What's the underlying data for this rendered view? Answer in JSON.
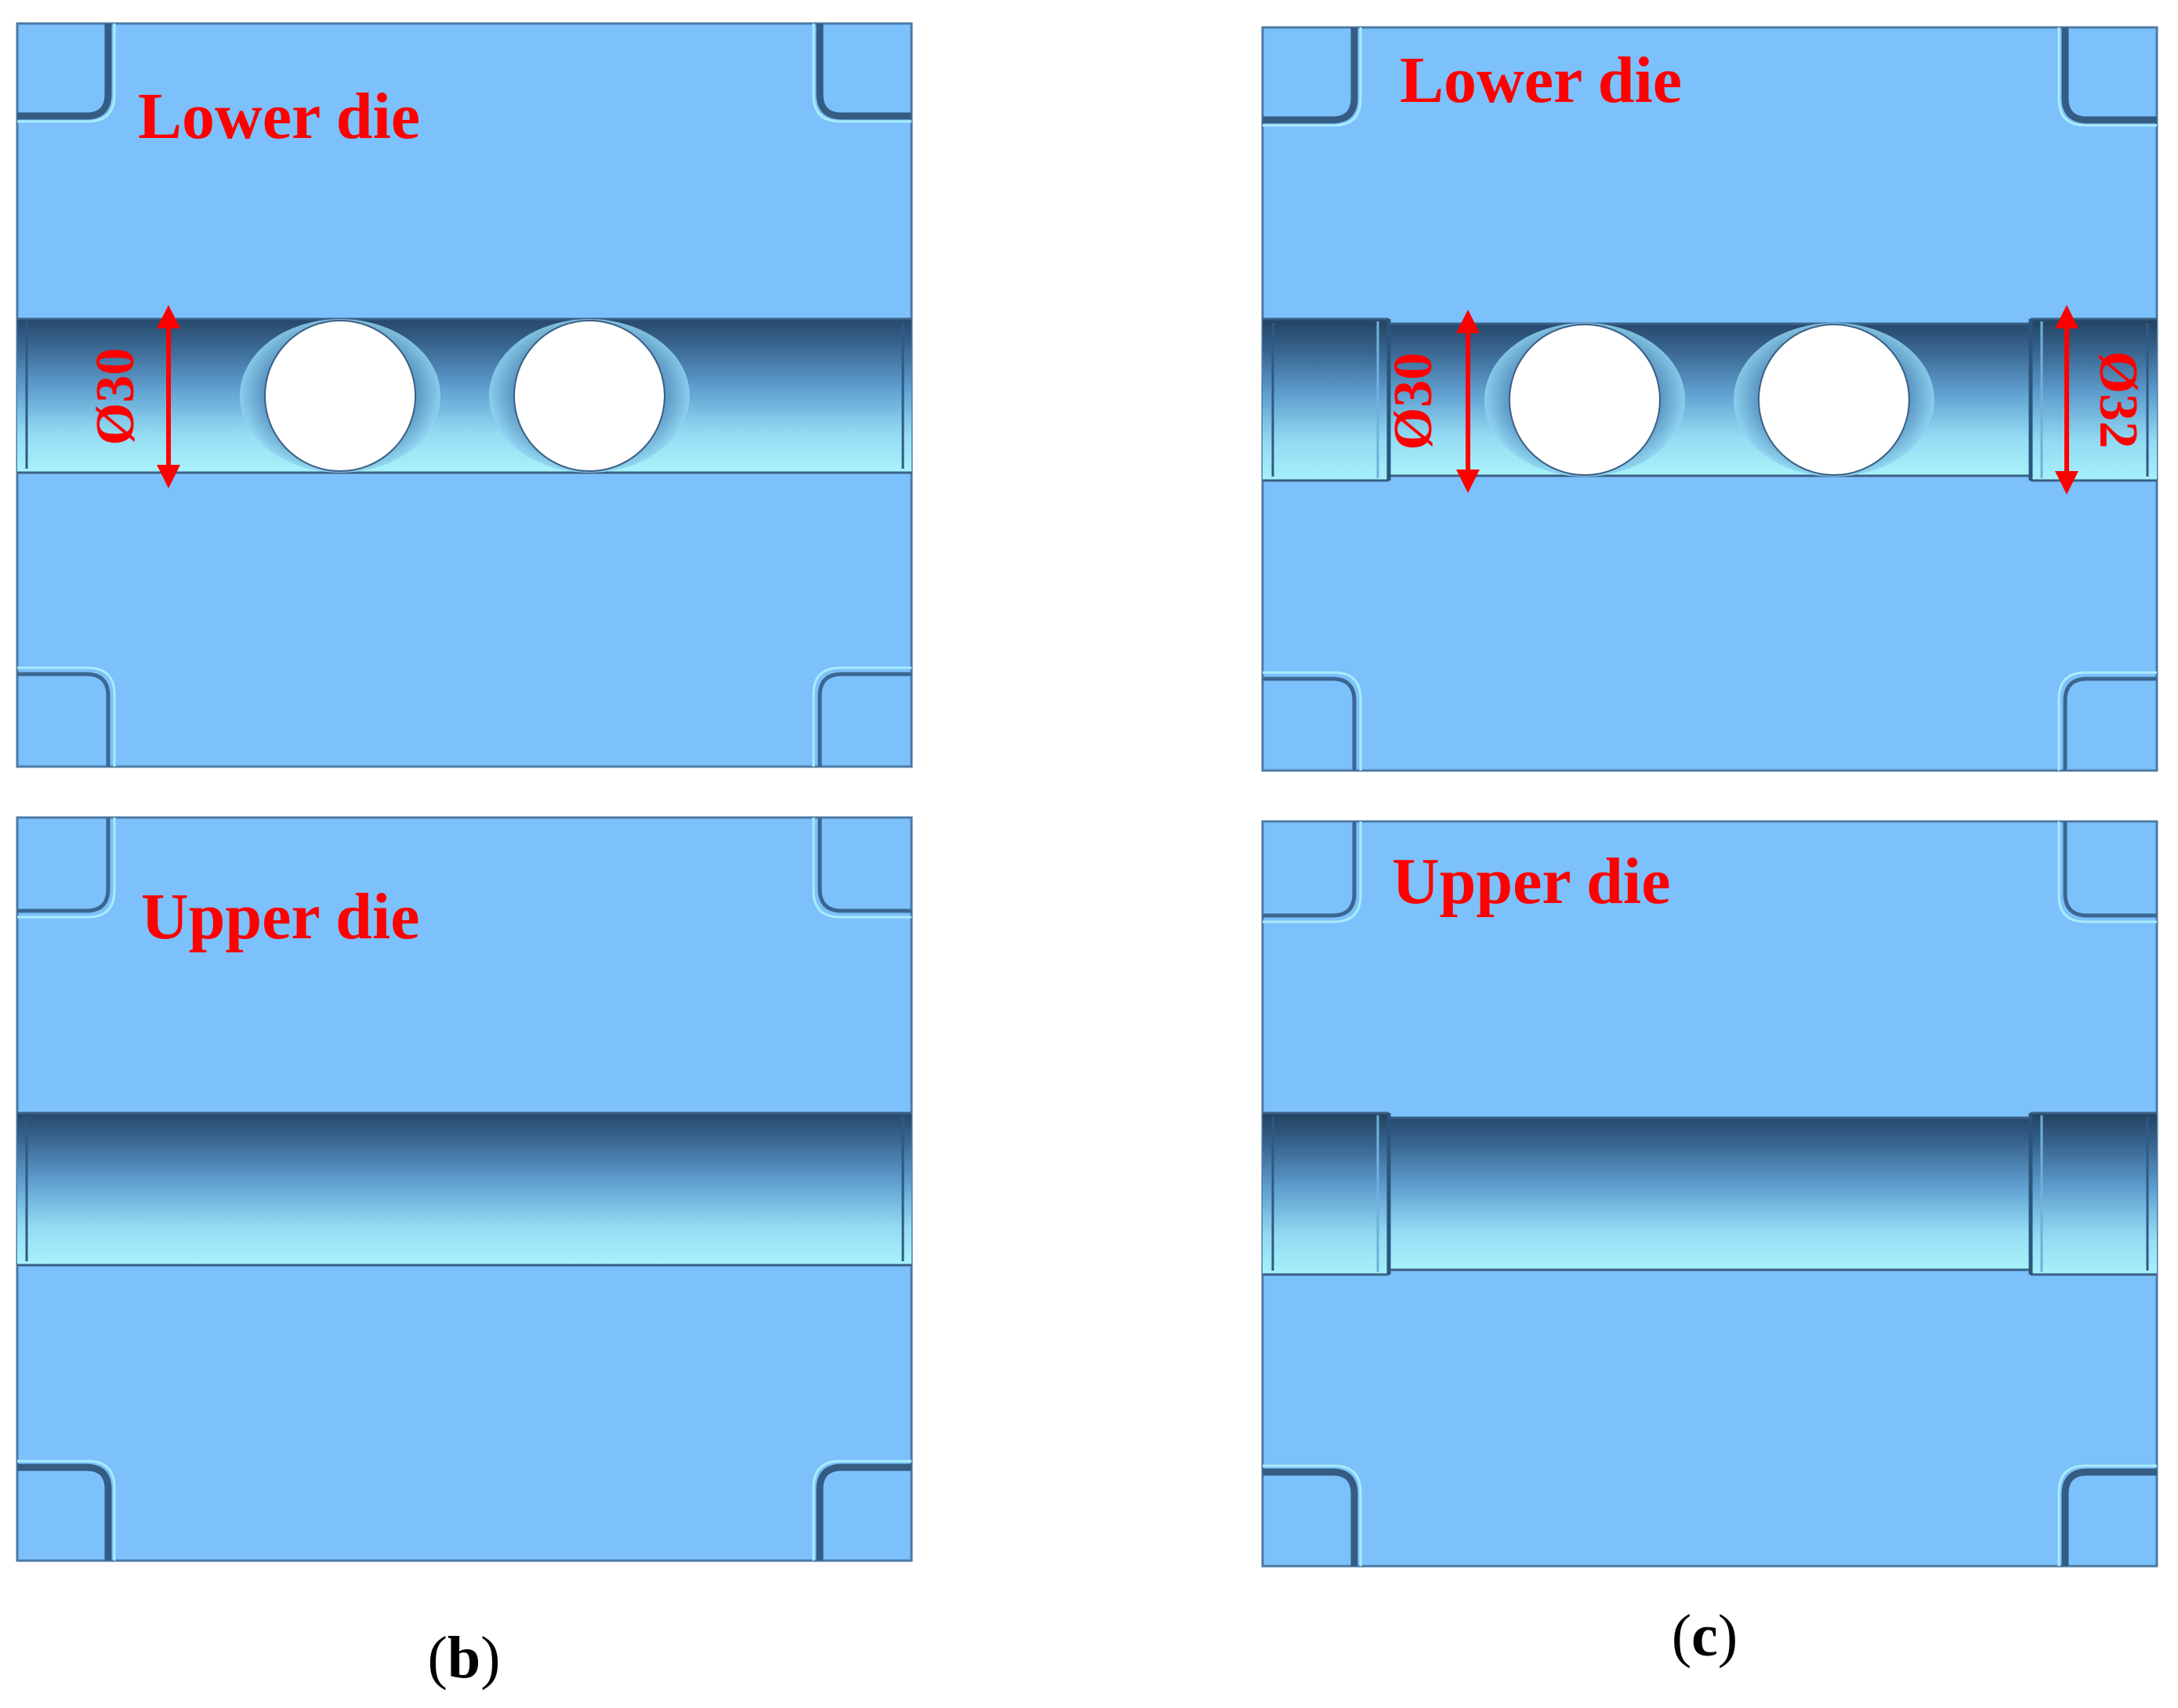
{
  "panels": {
    "b": {
      "caption_open": "(",
      "caption_letter": "b",
      "caption_close": ")",
      "lower_die_label": "Lower die",
      "upper_die_label": "Upper die",
      "left_diameter": "Ø30"
    },
    "c": {
      "caption_open": "(",
      "caption_letter": "c",
      "caption_close": ")",
      "lower_die_label": "Lower die",
      "upper_die_label": "Upper die",
      "left_diameter": "Ø30",
      "right_diameter": "Ø32"
    }
  },
  "colors": {
    "die_fill": "#7cc1fc",
    "die_edge": "#3f6c96",
    "channel_dark": "#2c4f74",
    "channel_light": "#a6f1fb",
    "dimension": "#ff0000"
  }
}
